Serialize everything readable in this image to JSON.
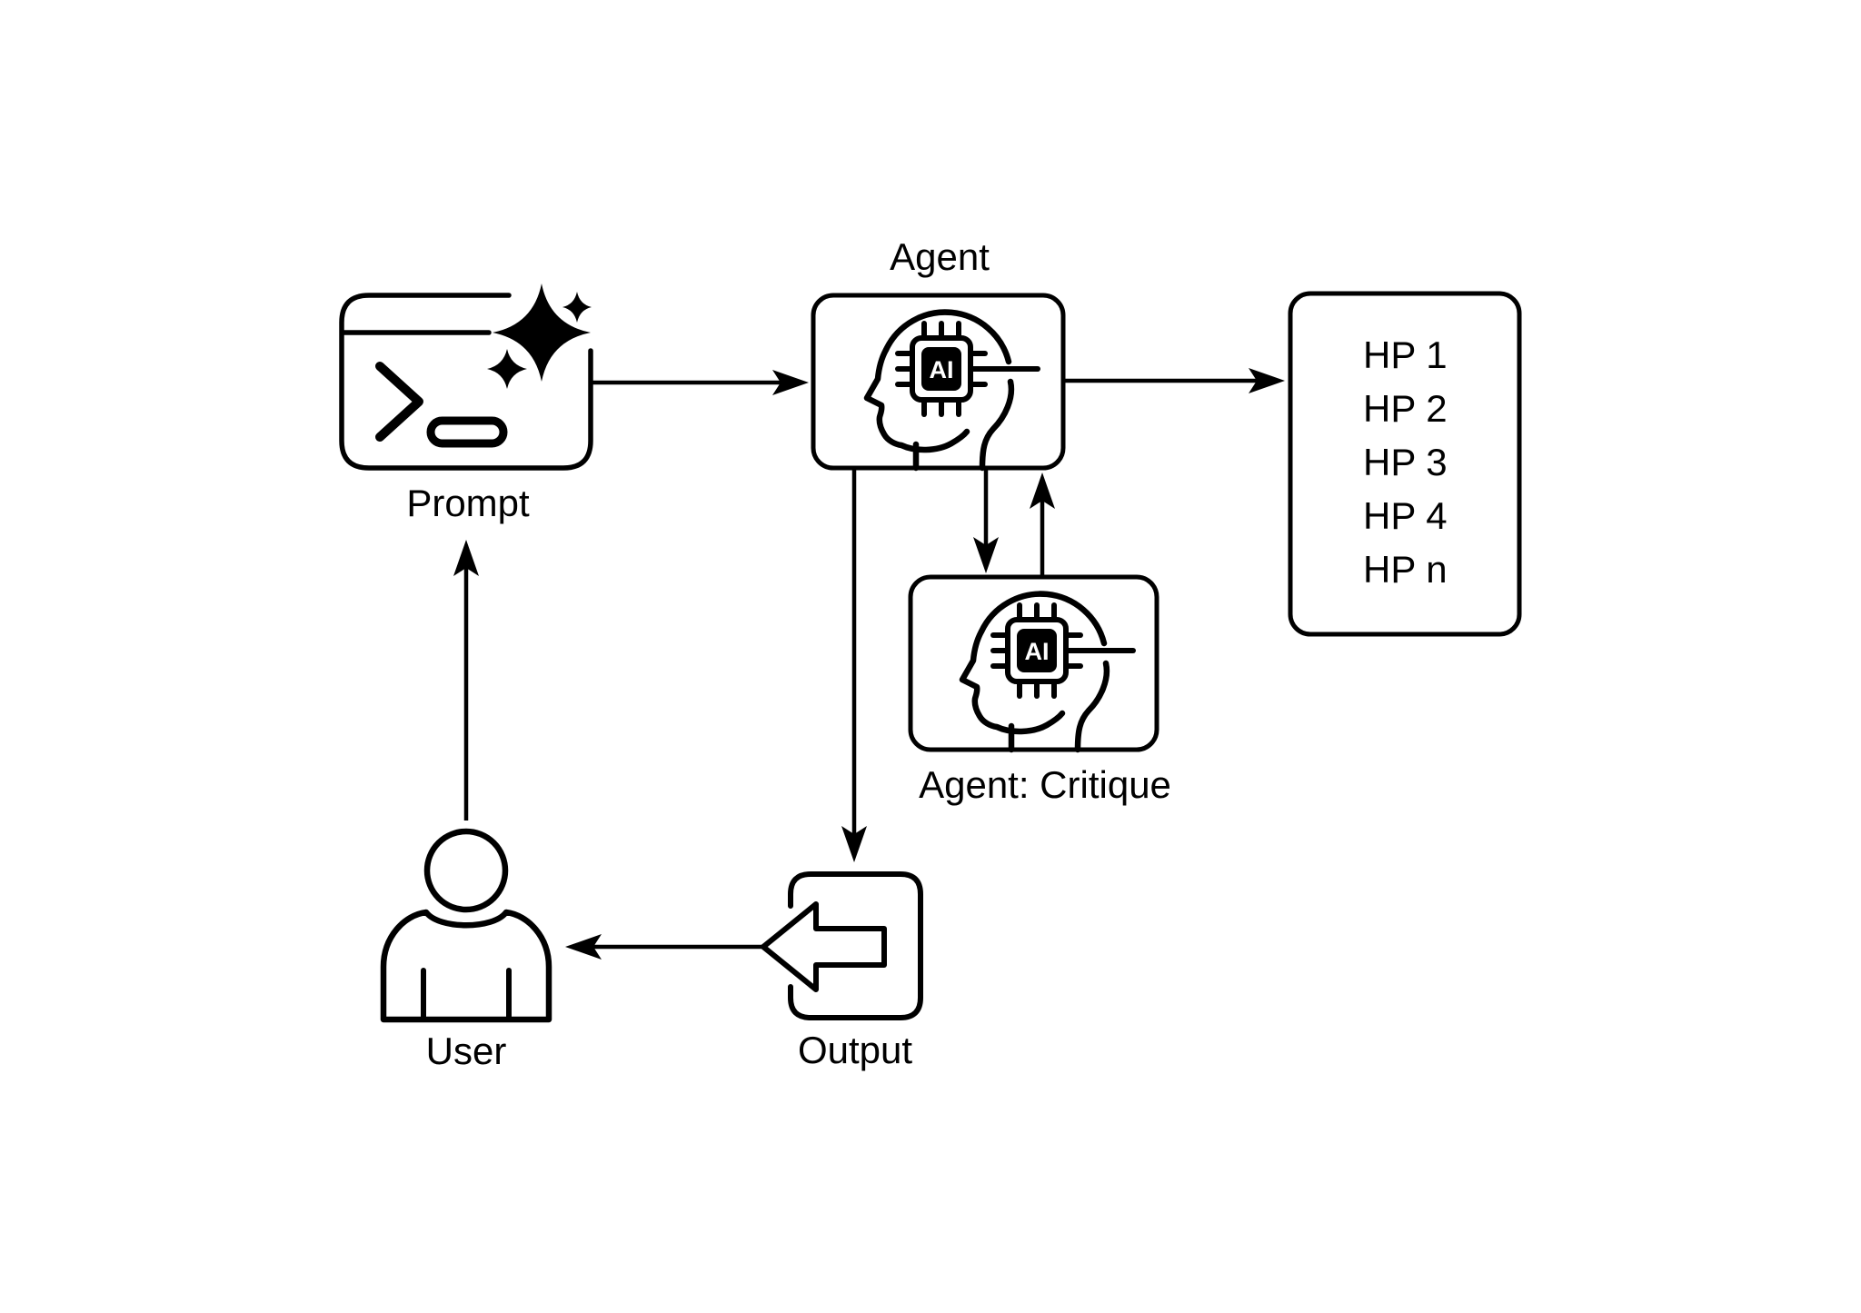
{
  "canvas": {
    "background": "#ffffff",
    "stroke_color": "#000000",
    "text_color": "#000000"
  },
  "nodes": {
    "prompt": {
      "label": "Prompt",
      "icon": "terminal-window-sparkles-icon"
    },
    "agent": {
      "label": "Agent",
      "icon": "ai-head-chip-icon",
      "chip_text": "AI"
    },
    "agent_critique": {
      "label": "Agent: Critique",
      "icon": "ai-head-chip-icon",
      "chip_text": "AI"
    },
    "hp_list": {
      "items": [
        "HP 1",
        "HP 2",
        "HP 3",
        "HP 4",
        "HP n"
      ]
    },
    "output": {
      "label": "Output",
      "icon": "export-arrow-icon"
    },
    "user": {
      "label": "User",
      "icon": "person-icon"
    }
  },
  "edges": [
    {
      "from": "prompt",
      "to": "agent"
    },
    {
      "from": "agent",
      "to": "hp_list"
    },
    {
      "from": "agent",
      "to": "agent_critique"
    },
    {
      "from": "agent_critique",
      "to": "agent"
    },
    {
      "from": "agent",
      "to": "output"
    },
    {
      "from": "output",
      "to": "user"
    },
    {
      "from": "user",
      "to": "prompt"
    }
  ]
}
